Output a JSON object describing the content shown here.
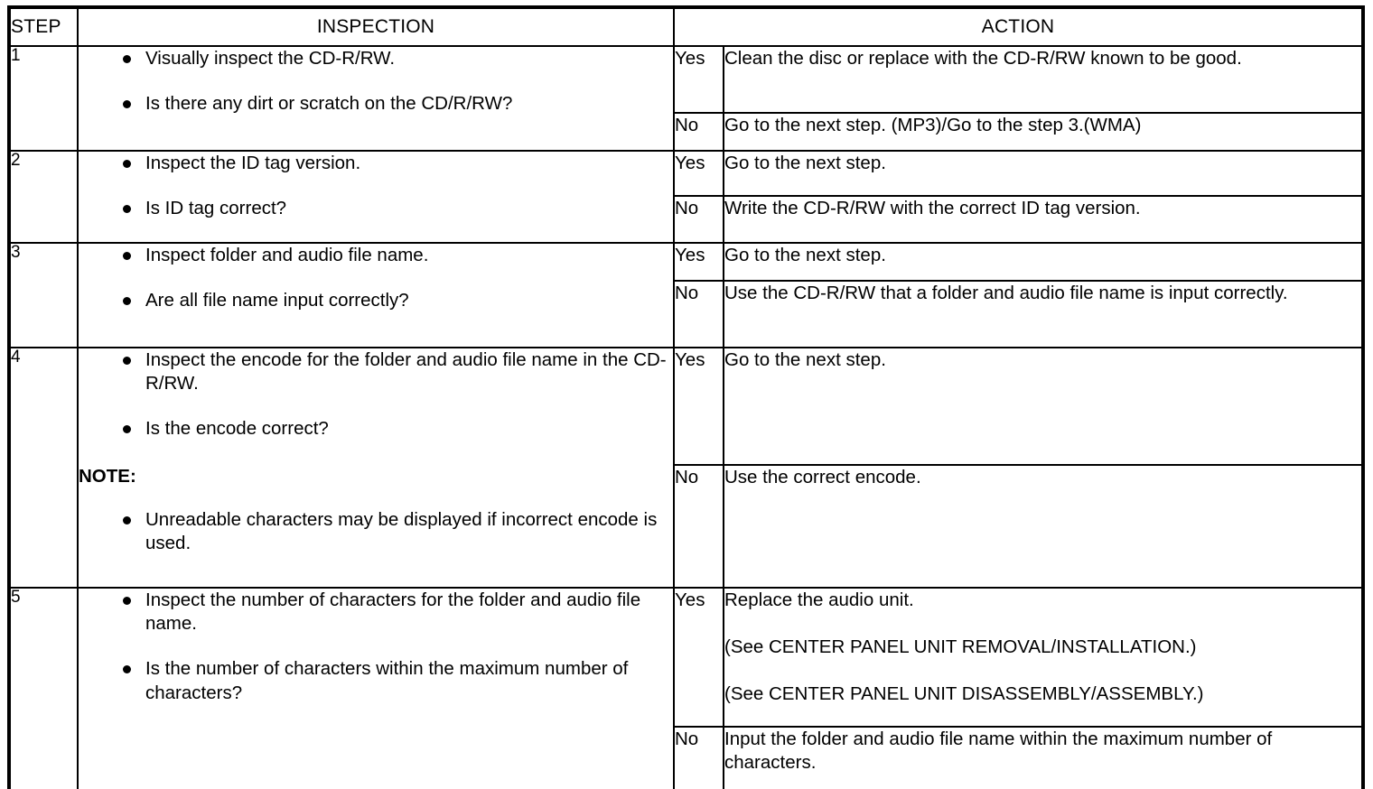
{
  "table": {
    "headers": {
      "step": "STEP",
      "inspection": "INSPECTION",
      "action": "ACTION"
    },
    "labels": {
      "yes": "Yes",
      "no": "No",
      "note": "NOTE:"
    },
    "rows": [
      {
        "step": "1",
        "inspection": [
          "Visually inspect the CD-R/RW.",
          "Is there any dirt or scratch on the CD/R/RW?"
        ],
        "yes_action": "Clean the disc or replace with the CD-R/RW known to be good.",
        "no_action": "Go to the next step. (MP3)/Go to the step 3.(WMA)"
      },
      {
        "step": "2",
        "inspection": [
          "Inspect the ID tag version.",
          "Is ID tag correct?"
        ],
        "yes_action": "Go to the next step.",
        "no_action": "Write the CD-R/RW with the correct ID tag version."
      },
      {
        "step": "3",
        "inspection": [
          "Inspect folder and audio file name.",
          "Are all file name input correctly?"
        ],
        "yes_action": "Go to the next step.",
        "no_action": "Use the CD-R/RW that a folder and audio file name is input correctly."
      },
      {
        "step": "4",
        "inspection": [
          "Inspect the encode for the folder and audio file name in the CD-R/RW.",
          "Is the encode correct?"
        ],
        "note_items": [
          "Unreadable characters may be displayed if incorrect encode is used."
        ],
        "yes_action": "Go to the next step.",
        "no_action": "Use the correct encode."
      },
      {
        "step": "5",
        "inspection": [
          "Inspect the number of characters for the folder and audio file name.",
          "Is the number of characters within the maximum number of characters?"
        ],
        "yes_action_lines": [
          "Replace the audio unit.",
          "(See CENTER PANEL UNIT REMOVAL/INSTALLATION.)",
          "(See CENTER PANEL UNIT DISASSEMBLY/ASSEMBLY.)"
        ],
        "no_action": "Input the folder and audio file name within the maximum number of characters."
      }
    ]
  }
}
